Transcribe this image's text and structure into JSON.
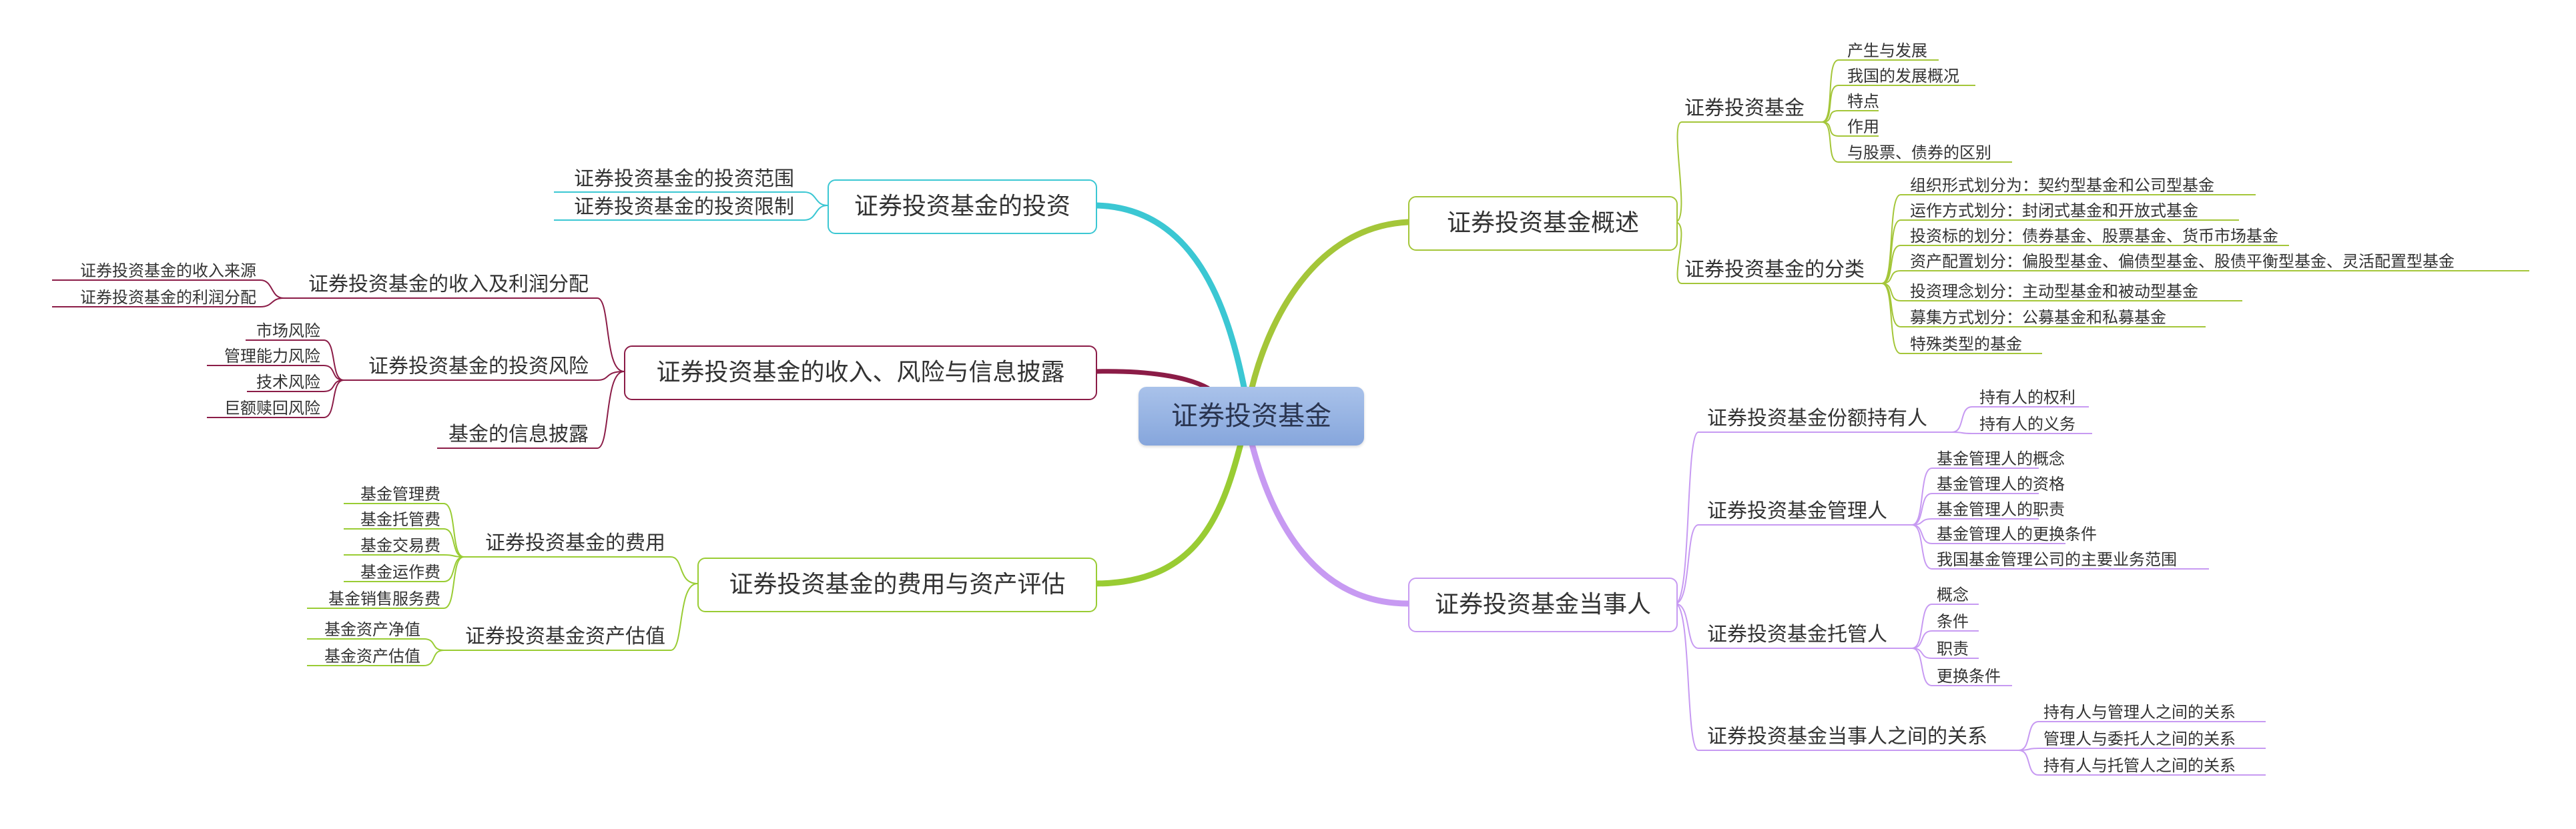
{
  "colors": {
    "branch_overview": "#a4c639",
    "branch_parties": "#c79af2",
    "branch_invest": "#3bc7d3",
    "branch_income": "#8b1c47",
    "branch_fees": "#99cc33",
    "root_fill": "#8eabdf"
  },
  "root": {
    "label": "证券投资基金"
  },
  "overview": {
    "label": "证券投资基金概述",
    "fund": {
      "label": "证券投资基金",
      "items": [
        "产生与发展",
        "我国的发展概况",
        "特点",
        "作用",
        "与股票、债券的区别"
      ]
    },
    "classification": {
      "label": "证券投资基金的分类",
      "items": [
        "组织形式划分为：契约型基金和公司型基金",
        "运作方式划分：封闭式基金和开放式基金",
        "投资标的划分：债券基金、股票基金、货币市场基金",
        "资产配置划分：偏股型基金、偏债型基金、股债平衡型基金、灵活配置型基金",
        "投资理念划分：主动型基金和被动型基金",
        "募集方式划分：公募基金和私募基金",
        "特殊类型的基金"
      ]
    }
  },
  "parties": {
    "label": "证券投资基金当事人",
    "holder": {
      "label": "证券投资基金份额持有人",
      "items": [
        "持有人的权利",
        "持有人的义务"
      ]
    },
    "manager": {
      "label": "证券投资基金管理人",
      "items": [
        "基金管理人的概念",
        "基金管理人的资格",
        "基金管理人的职责",
        "基金管理人的更换条件",
        "我国基金管理公司的主要业务范围"
      ]
    },
    "custodian": {
      "label": "证券投资基金托管人",
      "items": [
        "概念",
        "条件",
        "职责",
        "更换条件"
      ]
    },
    "relations": {
      "label": "证券投资基金当事人之间的关系",
      "items": [
        "持有人与管理人之间的关系",
        "管理人与委托人之间的关系",
        "持有人与托管人之间的关系"
      ]
    }
  },
  "invest": {
    "label": "证券投资基金的投资",
    "items": [
      "证券投资基金的投资范围",
      "证券投资基金的投资限制"
    ]
  },
  "income": {
    "label": "证券投资基金的收入、风险与信息披露",
    "profit": {
      "label": "证券投资基金的收入及利润分配",
      "items": [
        "证券投资基金的收入来源",
        "证券投资基金的利润分配"
      ]
    },
    "risk": {
      "label": "证券投资基金的投资风险",
      "items": [
        "市场风险",
        "管理能力风险",
        "技术风险",
        "巨额赎回风险"
      ]
    },
    "disclosure": {
      "label": "基金的信息披露"
    }
  },
  "fees": {
    "label": "证券投资基金的费用与资产评估",
    "cost": {
      "label": "证券投资基金的费用",
      "items": [
        "基金管理费",
        "基金托管费",
        "基金交易费",
        "基金运作费",
        "基金销售服务费"
      ]
    },
    "valuation": {
      "label": "证券投资基金资产估值",
      "items": [
        "基金资产净值",
        "基金资产估值"
      ]
    }
  }
}
